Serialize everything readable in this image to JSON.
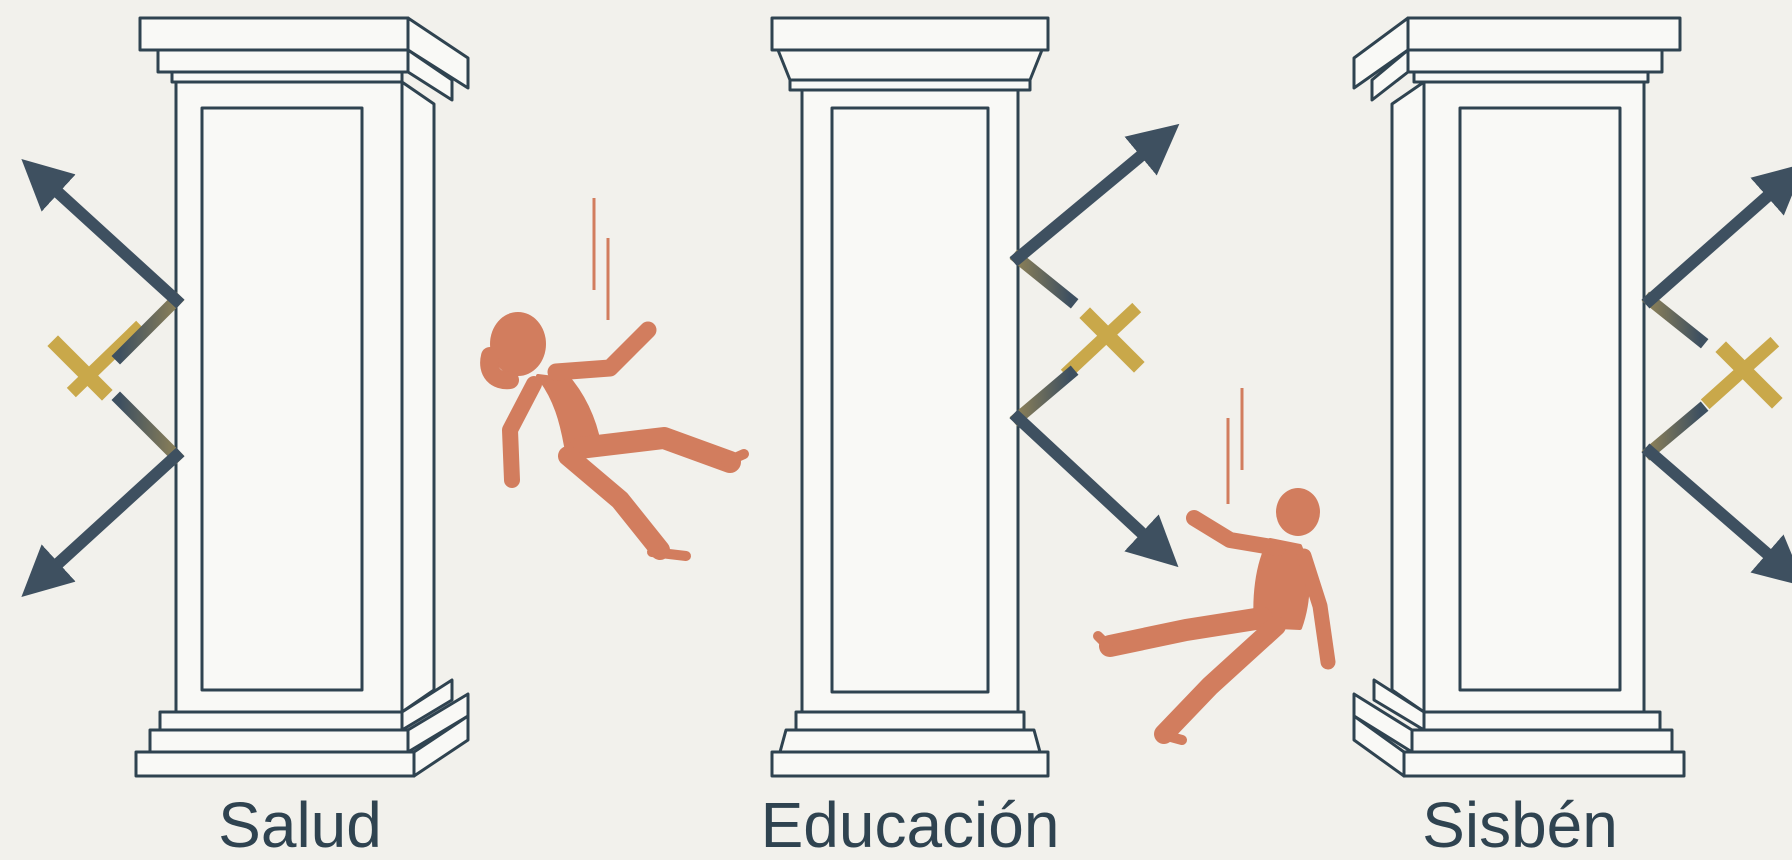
{
  "pillars": [
    {
      "label": "Salud"
    },
    {
      "label": "Educación"
    },
    {
      "label": "Sisbén"
    }
  ],
  "colors": {
    "background": "#f2f1ec",
    "pillar_stroke": "#2f4350",
    "pillar_fill": "#f9f9f6",
    "arrow_dark": "#3e5060",
    "brace_gold": "#c9a84a",
    "figure": "#d27d5e"
  },
  "icons": [
    "pillar",
    "broken-brace-arrows",
    "falling-person"
  ]
}
